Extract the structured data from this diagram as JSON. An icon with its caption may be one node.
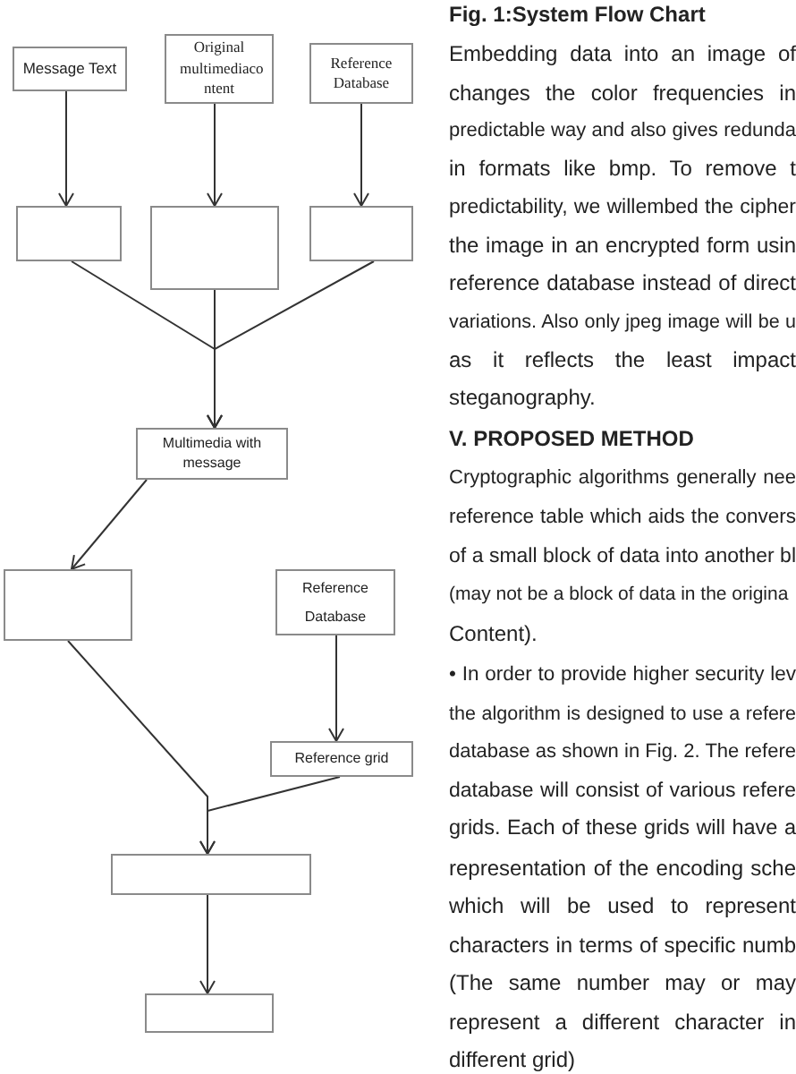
{
  "diagram": {
    "caption": "Fig. 1:System Flow Chart",
    "nodes": [
      {
        "text": [
          "Message Text"
        ]
      },
      {
        "text": [
          "Original multimediaco ntent"
        ]
      },
      {
        "text": [
          "Reference Database"
        ]
      },
      {
        "text": [],
        "shape": "box"
      },
      {
        "text": [],
        "shape": "box"
      },
      {
        "text": [],
        "shape": "box"
      },
      {
        "text": [
          "Multimedia with message"
        ]
      },
      {
        "text": [],
        "shape": "box"
      },
      {
        "text": [
          "Reference Database"
        ]
      },
      {
        "text": [
          "Reference grid"
        ]
      },
      {
        "text": [],
        "shape": "box"
      },
      {
        "text": [],
        "shape": "box"
      }
    ],
    "edges": [
      {
        "from": 0,
        "to": 3,
        "arrow": "to"
      },
      {
        "from": 1,
        "to": 4,
        "arrow": "to"
      },
      {
        "from": 2,
        "to": 5,
        "arrow": "to"
      },
      {
        "from": 3,
        "to": 6,
        "arrow": "to"
      },
      {
        "from": 4,
        "to": 6,
        "arrow": "to"
      },
      {
        "from": 5,
        "to": 6,
        "arrow": "to"
      },
      {
        "from": 6,
        "to": 7,
        "arrow": "to"
      },
      {
        "from": 8,
        "to": 9,
        "arrow": "to"
      },
      {
        "from": 7,
        "to": 10,
        "arrow": "to"
      },
      {
        "from": 9,
        "to": 10,
        "arrow": "to"
      },
      {
        "from": 10,
        "to": 11,
        "arrow": "to"
      }
    ],
    "labels": [
      "Embedding data into an image of",
      "changes the color frequencies in",
      "predictable way and also gives redunda",
      "in formats like bmp. To remove t",
      "predictability, we willembed the cipher",
      "the image in an encrypted form usin",
      "reference database instead of direct",
      "variations. Also only jpeg image will be u",
      "as it reflects the least impact",
      "steganography.",
      "V. PROPOSED METHOD",
      "Cryptographic algorithms generally nee",
      "reference table which aids the convers",
      "of a small block of data into another bl",
      "(may not be a block of data in the origina",
      "Content).",
      "• In order to provide higher security lev",
      "the algorithm is designed to use a refere",
      "database as shown in Fig. 2. The refere",
      "database will consist of various refere",
      "grids. Each of these grids will have a",
      "representation of the encoding sche",
      "which will be used to represent",
      "characters in terms of specific numb",
      "(The same number may or may",
      "represent a different character in",
      "different grid)"
    ]
  }
}
